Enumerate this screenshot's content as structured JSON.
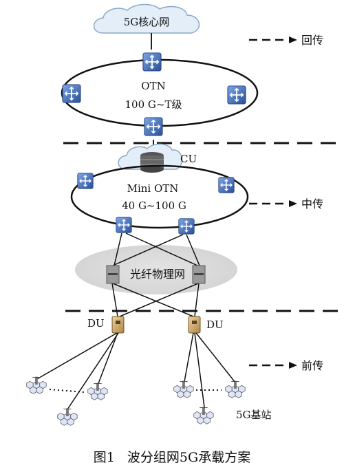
{
  "core_cloud_label": "5G核心网",
  "otn": {
    "name": "OTN",
    "speed": "100 G~T级"
  },
  "cu_label": "CU",
  "mini_otn": {
    "name": "Mini OTN",
    "speed": "40 G~100 G"
  },
  "fiber_label": "光纤物理网",
  "du_labels": {
    "left": "DU",
    "right": "DU"
  },
  "legend": {
    "backhaul": "回传",
    "midhaul": "中传",
    "fronthaul": "前传"
  },
  "base_station_label": "5G基站",
  "caption": {
    "figure": "图1",
    "title": "波分组网5G承载方案"
  },
  "colors": {
    "switch_blue": "#3a6fc4",
    "switch_dark": "#2a4f97",
    "du_tan": "#c9a56a",
    "fiber_gray": "#d9d9d9"
  }
}
